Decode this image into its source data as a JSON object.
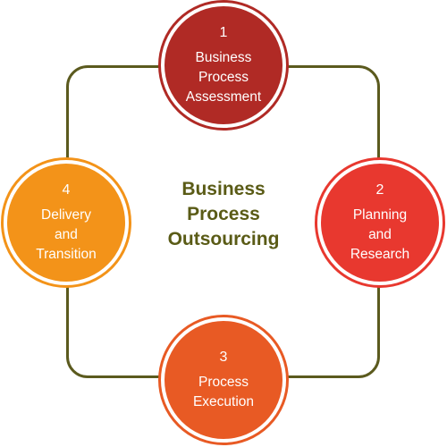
{
  "center_title": [
    "Business",
    "Process",
    "Outsourcing"
  ],
  "steps": [
    {
      "number": "1",
      "lines": [
        "Business",
        "Process",
        "Assessment"
      ],
      "color": "#b02a25"
    },
    {
      "number": "2",
      "lines": [
        "Planning",
        "and",
        "Research"
      ],
      "color": "#e8382f"
    },
    {
      "number": "3",
      "lines": [
        "Process",
        "Execution"
      ],
      "color": "#e85a24"
    },
    {
      "number": "4",
      "lines": [
        "Delivery",
        "and",
        "Transition"
      ],
      "color": "#f39319"
    }
  ],
  "colors": {
    "frame": "#5b5a1e",
    "title": "#5a5b16"
  }
}
